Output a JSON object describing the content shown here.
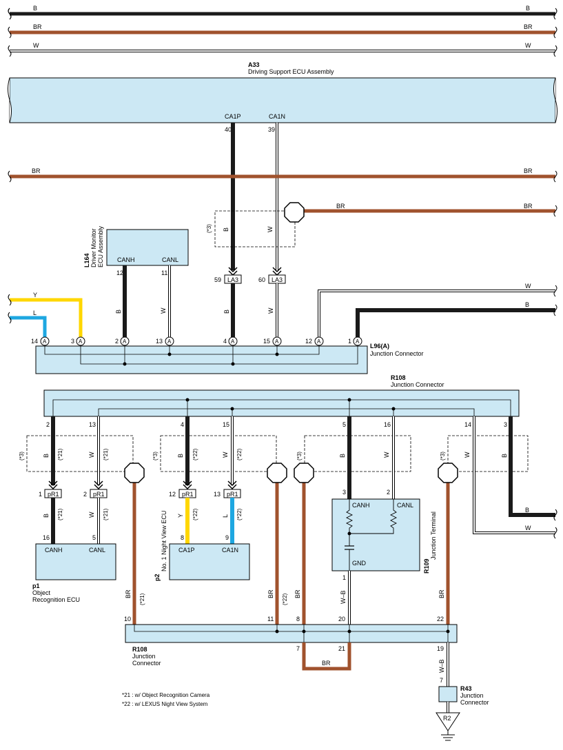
{
  "colors": {
    "box_fill": "#cce8f4",
    "black": "#1a1a1a",
    "brown": "#a0522d",
    "yellow": "#ffd700",
    "blue": "#1ea7e1",
    "white_wire": "#ffffff"
  },
  "top_bus": {
    "b": "B",
    "br": "BR",
    "w": "W"
  },
  "a33": {
    "code": "A33",
    "name": "Driving Support ECU Assembly",
    "canp": "CA1P",
    "cann": "CA1N",
    "pin_p": "40",
    "pin_n": "39"
  },
  "mid_br": "BR",
  "shield_br": "BR",
  "opt3": "(*3)",
  "wire_b": "B",
  "wire_w": "W",
  "la3": {
    "code": "LA3",
    "pin_b": "59",
    "pin_w": "60"
  },
  "l164": {
    "code": "L164",
    "name_line1": "Driver Monitor",
    "name_line2": "ECU Assembly",
    "canh": "CANH",
    "canl": "CANL",
    "pin_h": "12",
    "pin_l": "11"
  },
  "left_y": "Y",
  "left_l": "L",
  "right_w": "W",
  "right_b": "B",
  "l96": {
    "code": "L96(A)",
    "name": "Junction Connector",
    "tag": "A",
    "pins": [
      "14",
      "3",
      "2",
      "13",
      "4",
      "15",
      "12",
      "1"
    ]
  },
  "r108_top": {
    "code": "R108",
    "name": "Junction Connector",
    "pins": {
      "p2": "2",
      "p13": "13",
      "p4": "4",
      "p15": "15",
      "p5": "5",
      "p16": "16",
      "p14": "14",
      "p3": "3"
    }
  },
  "opt21": "(*21)",
  "opt22": "(*22)",
  "pr1": {
    "code": "pR1",
    "pins": [
      "1",
      "2",
      "12",
      "13"
    ]
  },
  "p1": {
    "code": "p1",
    "name_line1": "Object",
    "name_line2": "Recognition ECU",
    "canh": "CANH",
    "canl": "CANL",
    "pin_h": "16",
    "pin_l": "5"
  },
  "p2": {
    "code": "p2",
    "name_line1": "No. 1 Night View ECU",
    "canp": "CA1P",
    "cann": "CA1N",
    "pin_p": "8",
    "pin_n": "9"
  },
  "r109": {
    "code": "R109",
    "name": "Junction Terminal",
    "canh": "CANH",
    "canl": "CANL",
    "gnd": "GND",
    "pin_h": "3",
    "pin_l": "2",
    "pin_g": "1"
  },
  "wire_br": "BR",
  "wire_y": "Y",
  "wire_l": "L",
  "wire_wb": "W–B",
  "r108_bot": {
    "code": "R108",
    "name_line1": "Junction",
    "name_line2": "Connector",
    "pins": {
      "p10": "10",
      "p11": "11",
      "p8": "8",
      "p20": "20",
      "p22": "22",
      "p7": "7",
      "p21": "21",
      "p19": "19"
    }
  },
  "loop_br": "BR",
  "r43": {
    "code": "R43",
    "name_line1": "Junction",
    "name_line2": "Connector",
    "pin": "7"
  },
  "ground": {
    "code": "R2"
  },
  "notes": {
    "n21": "*21 : w/ Object Recognition Camera",
    "n22": "*22 : w/ LEXUS Night View System"
  }
}
